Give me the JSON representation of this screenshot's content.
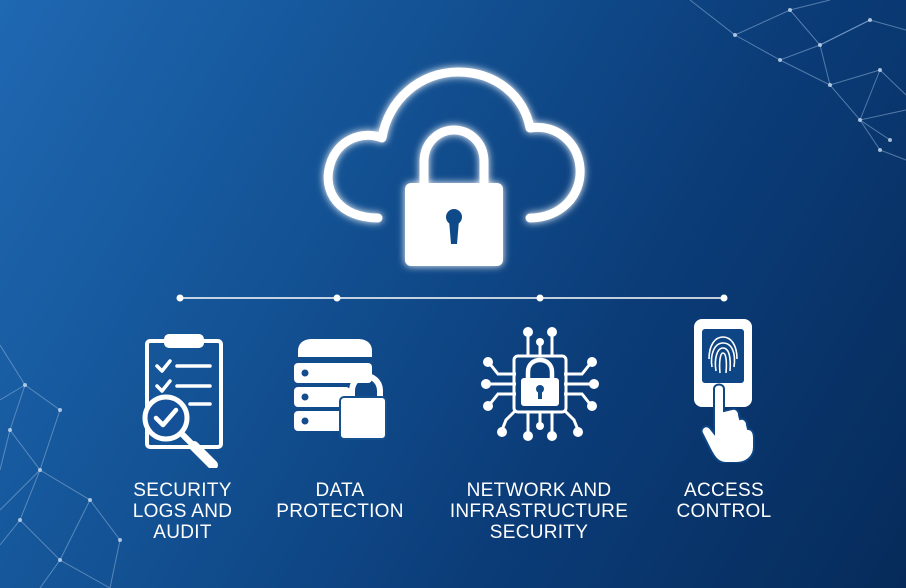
{
  "hero": {
    "icon": "cloud-lock-icon"
  },
  "features": [
    {
      "icon": "clipboard-magnifier-icon",
      "lines": [
        "SECURITY",
        "LOGS AND",
        "AUDIT"
      ]
    },
    {
      "icon": "server-lock-icon",
      "lines": [
        "DATA",
        "PROTECTION"
      ]
    },
    {
      "icon": "circuit-lock-icon",
      "lines": [
        "NETWORK AND",
        "INFRASTRUCTURE",
        "SECURITY"
      ]
    },
    {
      "icon": "fingerprint-scanner-icon",
      "lines": [
        "ACCESS",
        "CONTROL"
      ]
    }
  ],
  "colors": {
    "background_light": "#1f68b2",
    "background_dark": "#062b5a",
    "foreground": "#ffffff"
  }
}
